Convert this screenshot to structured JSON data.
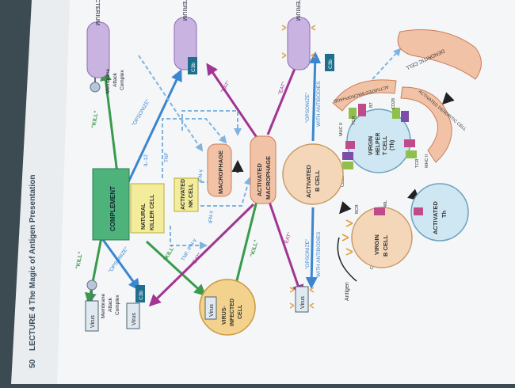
{
  "page": {
    "number": "50",
    "header": "LECTURE 4 The Magic of Antigen Presentation"
  },
  "labels": {
    "complement": "COMPLEMENT",
    "nk_cell_1": "NATURAL",
    "nk_cell_2": "KILLER CELL",
    "activated_nk_1": "ACTIVATED",
    "activated_nk_2": "NK CELL",
    "macrophage": "MACROPHAGE",
    "activated_macrophage_1": "ACTIVATED",
    "activated_macrophage_2": "MACROPHAGE",
    "virus_infected_1": "VIRUS-",
    "virus_infected_2": "INFECTED",
    "virus_infected_3": "CELL",
    "virus": "Virus",
    "c3b": "C3b",
    "bacterium": "BACTERIUM",
    "mac_1": "Membrane",
    "mac_2": "Attack",
    "mac_3": "Complex",
    "activated_b_1": "ACTIVATED",
    "activated_b_2": "B CELL",
    "virgin_th_1": "VIRGIN",
    "virgin_th_2": "HELPER",
    "virgin_th_3": "T CELL",
    "virgin_th_4": "(Th)",
    "virgin_b_1": "VIRGIN",
    "virgin_b_2": "B CELL",
    "activated_th_1": "ACTIVATED",
    "activated_th_2": "Th",
    "activated_macrophage_arc": "ACTIVATED MACROPHAGE",
    "activated_dc_arc": "ACTIVATED DENDRITIC CELL",
    "dendritic_cell": "DENDRITIC CELL",
    "antigen": "Antigen",
    "bcr": "BCR",
    "cd40": "CD40",
    "cd40l": "CD40L",
    "mhc2": "MHC II",
    "tcr": "TCR",
    "b7": "B7",
    "cd28": "CD28"
  },
  "arrow_labels": {
    "kill": "\"KILL\"",
    "opsonize": "\"OPSONIZE\"",
    "eat": "\"EAT\"",
    "il12": "IL-12",
    "tnf": "TNF",
    "ifn_gamma": "IFN-γ",
    "with_antibodies": "WITH ANTIBODIES",
    "tnf_ifn": "TNF, IFN-γ",
    "activated_eat": "\"EAT\""
  },
  "colors": {
    "complement": "#4db37a",
    "nk": "#f3ec9a",
    "macrophage": "#f2c2a6",
    "infected": "#f3d28e",
    "b_cell": "#f4d7b8",
    "th": "#cfe7f2",
    "virus_box": "#dfe9ef",
    "c3b": "#1f6f8c",
    "bacterium": "#c9b4e1",
    "arrow_green": "#3a9a4c",
    "arrow_blue": "#3b86cf",
    "arrow_purple": "#a23592"
  }
}
